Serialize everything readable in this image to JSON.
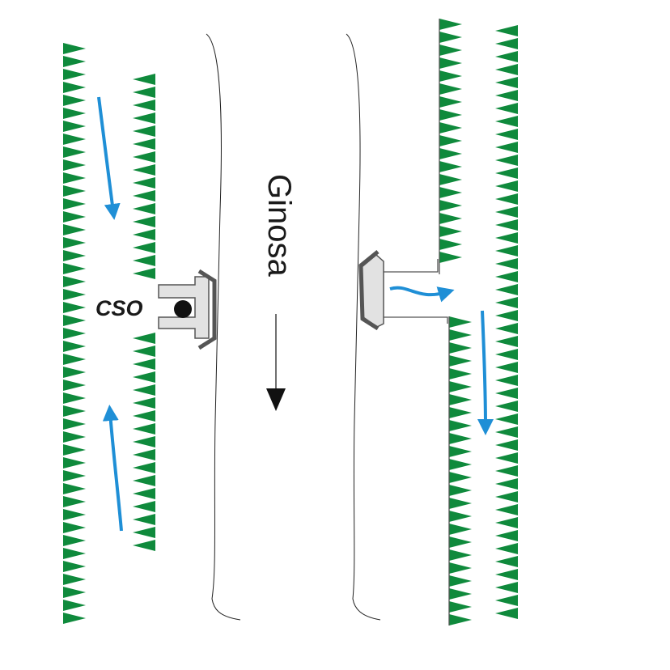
{
  "labels": {
    "river": "Ginosa",
    "outfall": "CSO"
  },
  "colors": {
    "vegetation": "#0f8a3c",
    "flow_arrow": "#1f8fd6",
    "river_bank": "#222222",
    "structure_fill": "#e2e2e2",
    "structure_edge": "#555555",
    "outfall_dot": "#111111"
  },
  "icons": {
    "vegetation": "green-triangle-fringe",
    "flow": "blue-curved-arrow",
    "river_direction": "black-down-arrow",
    "structure": "grey-outlet-structure"
  }
}
